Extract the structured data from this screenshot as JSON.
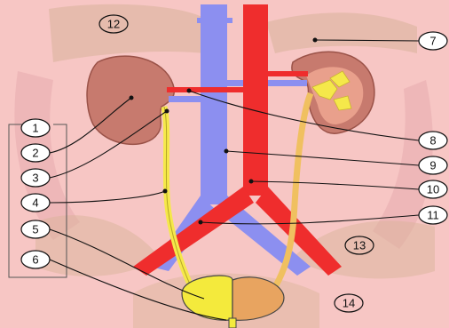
{
  "callouts": [
    {
      "label": "1"
    },
    {
      "label": "2"
    },
    {
      "label": "3"
    },
    {
      "label": "4"
    },
    {
      "label": "5"
    },
    {
      "label": "6"
    },
    {
      "label": "7"
    },
    {
      "label": "8"
    },
    {
      "label": "9"
    },
    {
      "label": "10"
    },
    {
      "label": "11"
    },
    {
      "label": "12"
    },
    {
      "label": "13"
    },
    {
      "label": "14"
    }
  ],
  "colors": {
    "skin": "#f7c6c4",
    "body_shadow": "#e8aeb0",
    "bone": "#d9b39a",
    "kidney": "#c77a6e",
    "artery": "#ef2d2d",
    "vein": "#8c8ff0",
    "ureter": "#f5e84a",
    "bladder_left": "#f4ea3c",
    "bladder_right": "#e8a460"
  }
}
